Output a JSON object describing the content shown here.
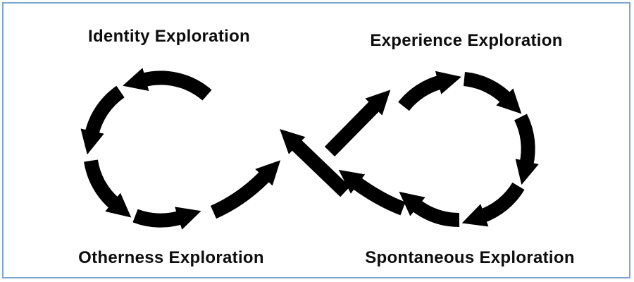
{
  "diagram": {
    "type": "infinity-loop-cycle",
    "background": "#ffffff",
    "border_color": "#7ca6cc",
    "arrow_color": "#000000",
    "text_color": "#0d0d0d",
    "labels": {
      "top_left": "Identity Exploration",
      "top_right": "Experience Exploration",
      "bottom_left": "Otherness Exploration",
      "bottom_right": "Spontaneous Exploration"
    },
    "left_cycle_direction": "counterclockwise",
    "right_cycle_direction": "clockwise"
  }
}
